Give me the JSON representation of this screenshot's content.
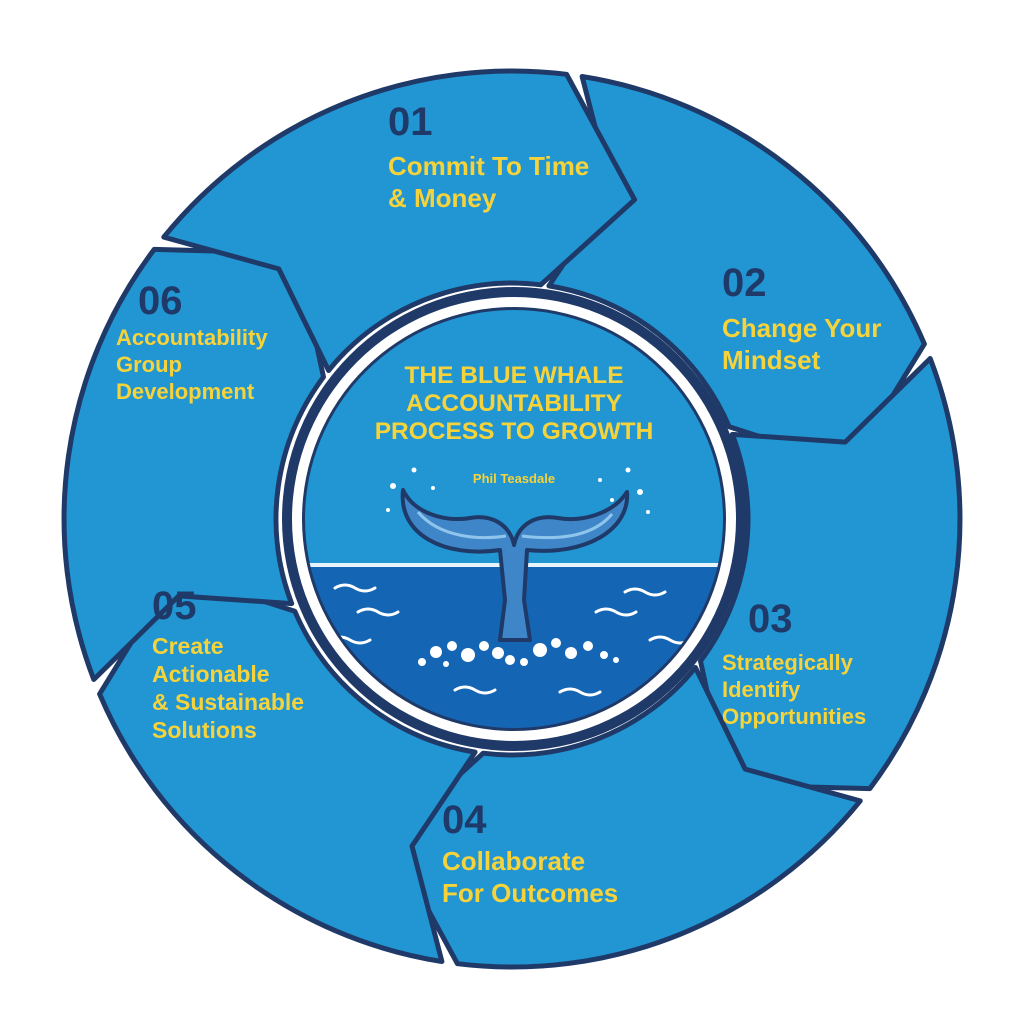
{
  "center": {
    "title": "THE BLUE WHALE\nACCOUNTABILITY\nPROCESS TO GROWTH",
    "author": "Phil Teasdale"
  },
  "steps": [
    {
      "number": "01",
      "label": "Commit To Time\n& Money"
    },
    {
      "number": "02",
      "label": "Change Your\nMindset"
    },
    {
      "number": "03",
      "label": "Strategically\nIdentify\nOpportunities"
    },
    {
      "number": "04",
      "label": "Collaborate\nFor Outcomes"
    },
    {
      "number": "05",
      "label": "Create\nActionable\n& Sustainable\nSolutions"
    },
    {
      "number": "06",
      "label": "Accountability\nGroup\nDevelopment"
    }
  ],
  "colors": {
    "segment_fill": "#2196d3",
    "segment_outline": "#1f3a68",
    "number_text": "#1f3a68",
    "label_text": "#f6d33a",
    "water": "#1565b5",
    "whale_tail": "#3f86c8"
  }
}
